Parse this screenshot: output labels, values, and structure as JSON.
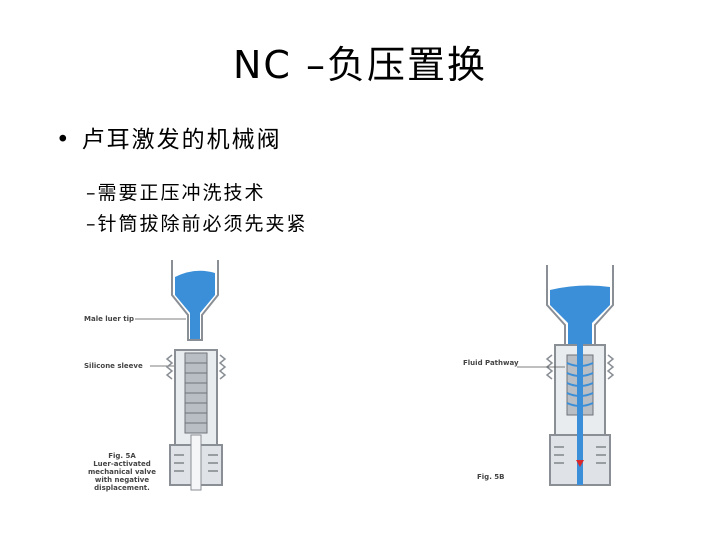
{
  "slide": {
    "title": "NC –负压置换",
    "bullet": "卢耳激发的机械阀",
    "sub_items": [
      "–需要正压冲洗技术",
      "–针筒拔除前必须先夹紧"
    ]
  },
  "figure_a": {
    "label_tip": "Male luer tip",
    "label_sleeve": "Silicone sleeve",
    "caption": "Fig. 5A\nLuer-activated\nmechanical valve\nwith negative\ndisplacement."
  },
  "figure_b": {
    "label_pathway": "Fluid Pathway",
    "caption": "Fig. 5B"
  },
  "colors": {
    "fluid": "#3a8fd8",
    "body_outline": "#8a8f96",
    "body_fill": "#e9ecef",
    "sleeve": "#b9bec4"
  }
}
